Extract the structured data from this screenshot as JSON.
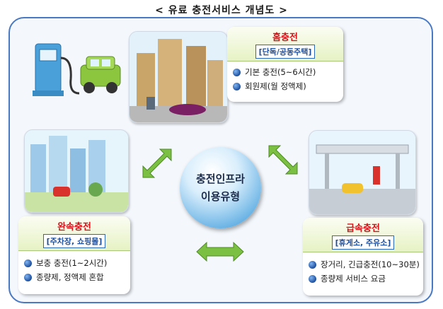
{
  "title": "< 유료 충전서비스 개념도 >",
  "hub": {
    "line1": "충전인프라",
    "line2": "이용유형"
  },
  "cards": {
    "home": {
      "title": "홈충전",
      "subtitle": "[단독/공동주택]",
      "items": [
        "기본 충전(5~6시간)",
        "회원제(월 정액제)"
      ]
    },
    "slow": {
      "title": "완속충전",
      "subtitle": "[주차장, 쇼핑몰]",
      "items": [
        "보충 충전(1~2시간)",
        "종량제, 정액제 혼합"
      ]
    },
    "fast": {
      "title": "급속충전",
      "subtitle": "[휴게소, 주유소]",
      "items": [
        "장거리, 긴급충전(10~30분)",
        "종량제 서비스 요금"
      ]
    }
  },
  "icons": {
    "charger": "ev-charger-icon",
    "car": "green-ev-car-icon"
  },
  "colors": {
    "frame_border": "#4a79c4",
    "card_title": "#d4141b",
    "subtitle_text": "#1e4f9c",
    "arrow": "#7bc043"
  }
}
